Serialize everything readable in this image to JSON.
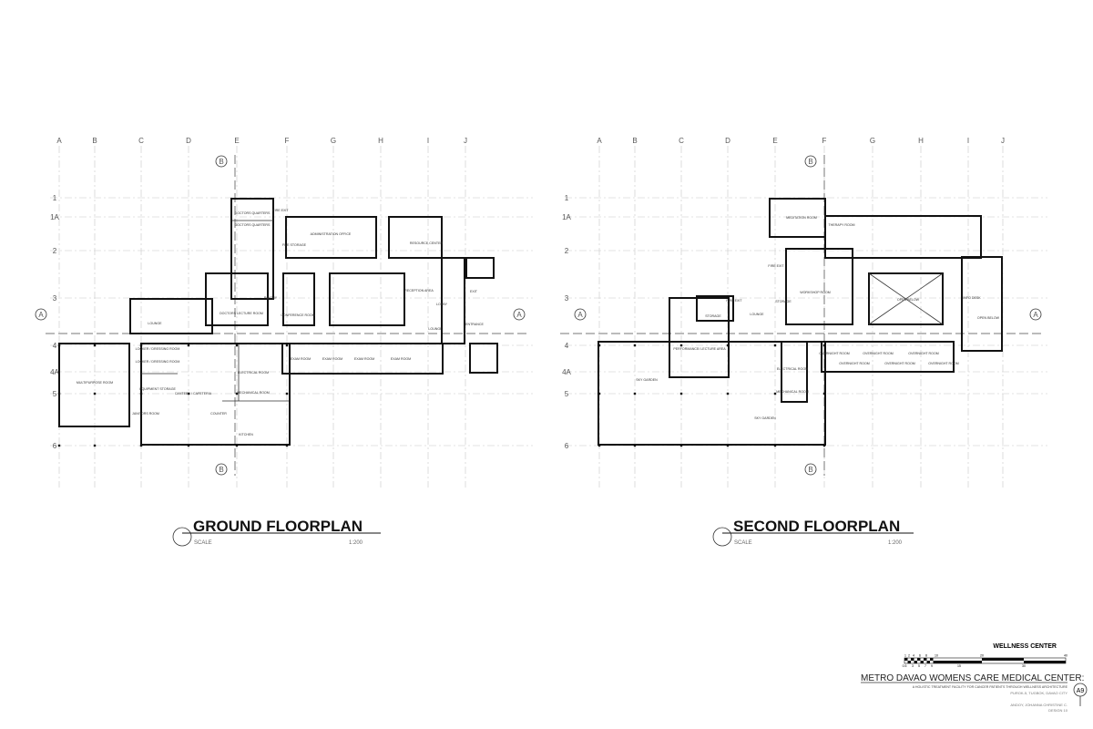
{
  "grid": {
    "columns": [
      "A",
      "B",
      "C",
      "D",
      "E",
      "F",
      "G",
      "H",
      "I",
      "J"
    ],
    "rows": [
      "1",
      "1A",
      "2",
      "3",
      "4",
      "4A",
      "5",
      "6"
    ]
  },
  "section_markers": {
    "vertical": "B",
    "horizontal": "A"
  },
  "ground": {
    "title": "GROUND FLOORPLAN",
    "scale_label": "SCALE",
    "scale_value": "1:200",
    "rooms": [
      "DOCTORS QUARTERS",
      "DOCTORS QUARTERS",
      "ADMINISTRATION OFFICE",
      "FILE STORAGE",
      "RESOURCE CENTER",
      "FIRE EXIT",
      "LOUNGE",
      "DOCTORS LECTURE ROOM",
      "PANTRY",
      "CONFERENCE ROOM",
      "RECEPTION AREA",
      "LOBBY",
      "LOUNGE",
      "EXIT",
      "ENTRANCE",
      "MULTIPURPOSE ROOM",
      "LOCKER / DRESSING ROOM",
      "LOCKER / DRESSING ROOM",
      "EQUIPMENT STORAGE",
      "JANITORS ROOM",
      "CANTEEN / CAFETERIA",
      "COUNTER",
      "KITCHEN",
      "ELECTRICAL ROOM",
      "MECHANICAL ROOM",
      "EXAM ROOM",
      "EXAM ROOM",
      "EXAM ROOM",
      "EXAM ROOM"
    ]
  },
  "second": {
    "title": "SECOND FLOORPLAN",
    "scale_label": "SCALE",
    "scale_value": "1:200",
    "rooms": [
      "MEDITATION ROOM",
      "THERAPY ROOM",
      "FIRE EXIT",
      "WORKSHOP ROOM",
      "STORAGE",
      "LOUNGE",
      "FIRE EXIT",
      "STORAGE",
      "PERFORMANCE/ LECTURE AREA",
      "SKY GARDEN",
      "SKY GARDEN",
      "ELECTRICAL ROOM",
      "MECHANICAL ROOM",
      "OPEN BELOW",
      "OPEN BELOW",
      "INFO DESK",
      "OVERNIGHT ROOM",
      "OVERNIGHT ROOM",
      "OVERNIGHT ROOM",
      "OVERNIGHT ROOM",
      "OVERNIGHT ROOM",
      "OVERNIGHT ROOM"
    ]
  },
  "title_block": {
    "heading": "WELLNESS CENTER",
    "scale_bar_top": [
      "1",
      "2",
      "4",
      "6",
      "8",
      "10",
      "20",
      "40"
    ],
    "scale_bar_bottom": [
      "0.5",
      "3",
      "5",
      "7",
      "9",
      "15",
      "30"
    ],
    "project": "METRO DAVAO WOMENS CARE MEDICAL CENTER:",
    "subtitle": "A HOLISTIC TREATMENT FACILITY FOR CANCER PATIENTS THROUGH WELLNESS ARCHITECTURE",
    "location": "PUROK-5, TUGBOK, DAVAO CITY",
    "author": "ANDOY, JOHANNA CHRISTINE C.",
    "course": "DESIGN 10",
    "sheet": "A9"
  }
}
